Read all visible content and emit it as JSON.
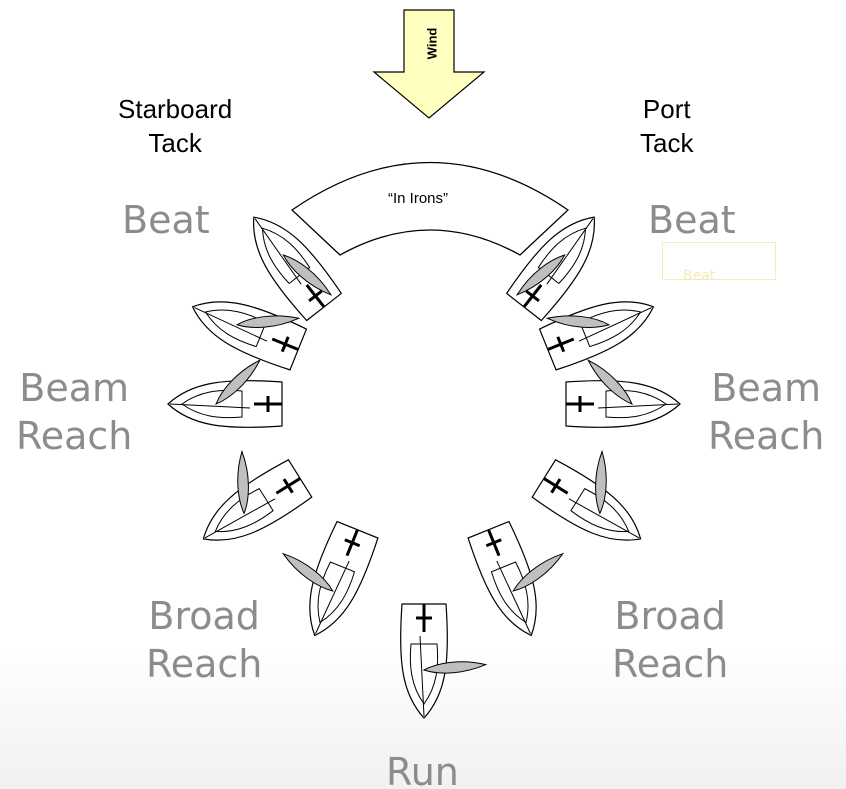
{
  "wind": {
    "label": "Wind"
  },
  "in_irons": {
    "label": "“In Irons”"
  },
  "tacks": {
    "starboard": {
      "line1": "Starboard",
      "line2": "Tack"
    },
    "port": {
      "line1": "Port",
      "line2": "Tack"
    }
  },
  "points_of_sail": {
    "beat_left": {
      "line1": "Beat"
    },
    "beat_right": {
      "line1": "Beat"
    },
    "beam_reach_left": {
      "line1": "Beam",
      "line2": "Reach"
    },
    "beam_reach_right": {
      "line1": "Beam",
      "line2": "Reach"
    },
    "broad_reach_left": {
      "line1": "Broad",
      "line2": "Reach"
    },
    "broad_reach_right": {
      "line1": "Broad",
      "line2": "Reach"
    },
    "run": {
      "line1": "Run"
    }
  },
  "faint_label": "Beat",
  "colors": {
    "wind_arrow_fill": "#ffffc0",
    "sail_fill": "#bfbfbf",
    "label_gray": "#8c8c8c",
    "outline": "#000000"
  }
}
